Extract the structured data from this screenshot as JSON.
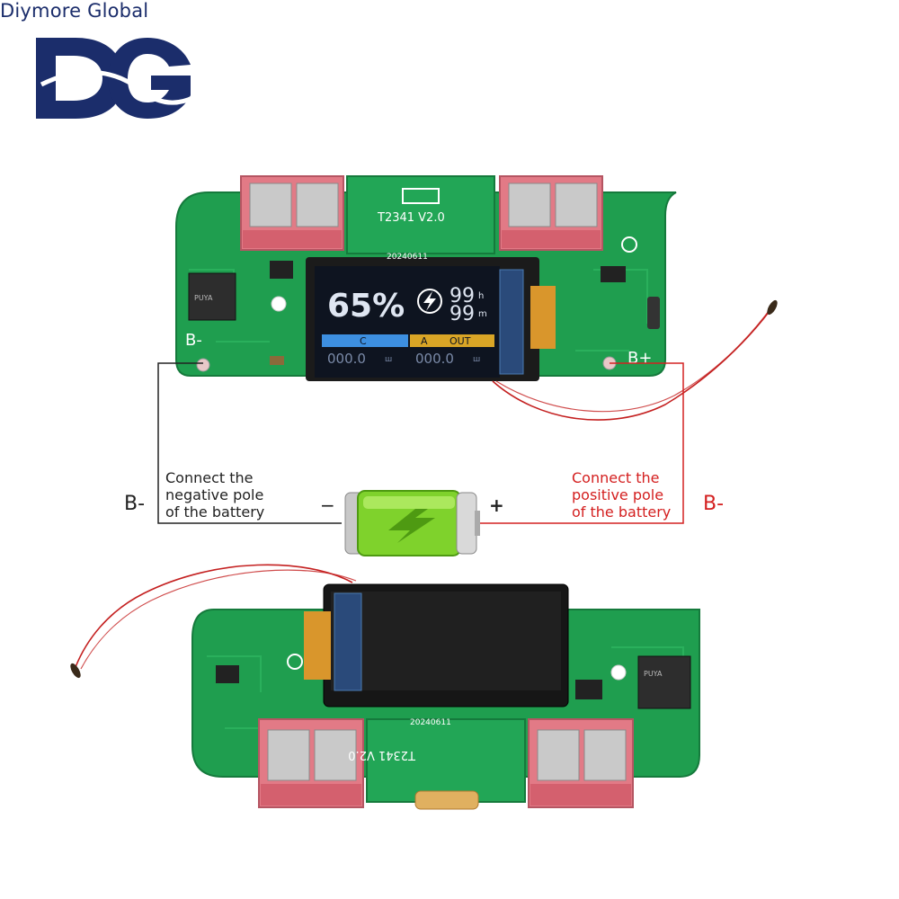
{
  "brand": {
    "logo_letters": "DG",
    "name": "Diymore Global"
  },
  "top_board": {
    "model_label": "T2341 V2.0",
    "date_code": "20240611",
    "terminal_left": "B-",
    "terminal_right": "B+",
    "chip_marking": "PUYA",
    "display": {
      "percent": "65%",
      "hours": "99",
      "minutes": "99",
      "hours_unit": "h",
      "minutes_unit": "m",
      "left_bar_label": "C",
      "right_bar_label_a": "A",
      "right_bar_label_b": "OUT",
      "left_reading": "000.0",
      "right_reading": "000.0",
      "reading_unit": "ш",
      "left_bar_color": "#3d8fe0",
      "right_bar_color": "#d9a526"
    }
  },
  "bottom_board": {
    "model_label": "T2341 V2.0",
    "date_code": "20240611",
    "chip_marking": "PUYA"
  },
  "wiring": {
    "negative_caption": [
      "Connect the",
      "negative pole",
      "of the battery"
    ],
    "positive_caption": [
      "Connect the",
      "positive pole",
      "of the battery"
    ],
    "left_terminal_label": "B-",
    "right_terminal_label": "B-",
    "battery_minus": "−",
    "battery_plus": "+",
    "negative_color": "#222222",
    "positive_color": "#d42020"
  },
  "colors": {
    "pcb_green": "#1f9e4f",
    "brand_navy": "#1b2d6b"
  }
}
